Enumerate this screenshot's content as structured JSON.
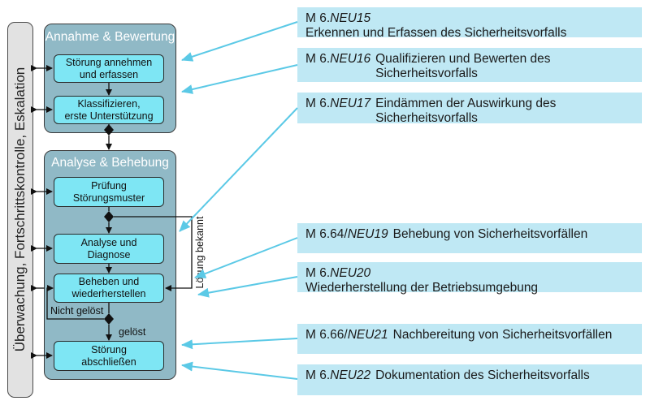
{
  "side": {
    "label": "Überwachung, Fortschrittskontrolle, Eskalation"
  },
  "phases": [
    {
      "title": "Annahme & Bewertung",
      "steps": [
        "Störung annehmen\nund erfassen",
        "Klassifizieren,\nerste Unterstützung"
      ]
    },
    {
      "title": "Analyse & Behebung",
      "steps": [
        "Prüfung\nStörungsmuster",
        "Analyse und\nDiagnose",
        "Beheben und\nwiederherstellen",
        "Störung\nabschließen"
      ]
    }
  ],
  "labels": {
    "solution_known": "Lösung bekannt",
    "not_solved": "Nicht gelöst",
    "solved": "gelöst"
  },
  "measures": [
    {
      "prefix": "M 6.",
      "code": "NEU15",
      "text": "Erkennen und Erfassen des Sicherheitsvorfalls"
    },
    {
      "prefix": "M 6.",
      "code": "NEU16",
      "text": "Qualifizieren und Bewerten des Sicherheitsvorfalls"
    },
    {
      "prefix": "M 6.",
      "code": "NEU17",
      "text": "Eindämmen der Auswirkung des Sicherheitsvorfalls"
    },
    {
      "prefix": "M 6.64/",
      "code": "NEU19",
      "text": "Behebung von Sicherheitsvorfällen"
    },
    {
      "prefix": "M 6.",
      "code": "NEU20",
      "text": "Wiederherstellung der Betriebsumgebung"
    },
    {
      "prefix": "M 6.66/",
      "code": "NEU21",
      "text": "Nachbereitung von Sicherheitsvorfällen"
    },
    {
      "prefix": "M 6.",
      "code": "NEU22",
      "text": "Dokumentation des Sicherheitsvorfalls"
    }
  ],
  "colors": {
    "phase_fill": "#90b9c6",
    "step_fill": "#7ee6f4",
    "measure_fill": "#bfe8f4",
    "arrow": "#5bc9e6",
    "side_fill": "#e2e2e2"
  }
}
